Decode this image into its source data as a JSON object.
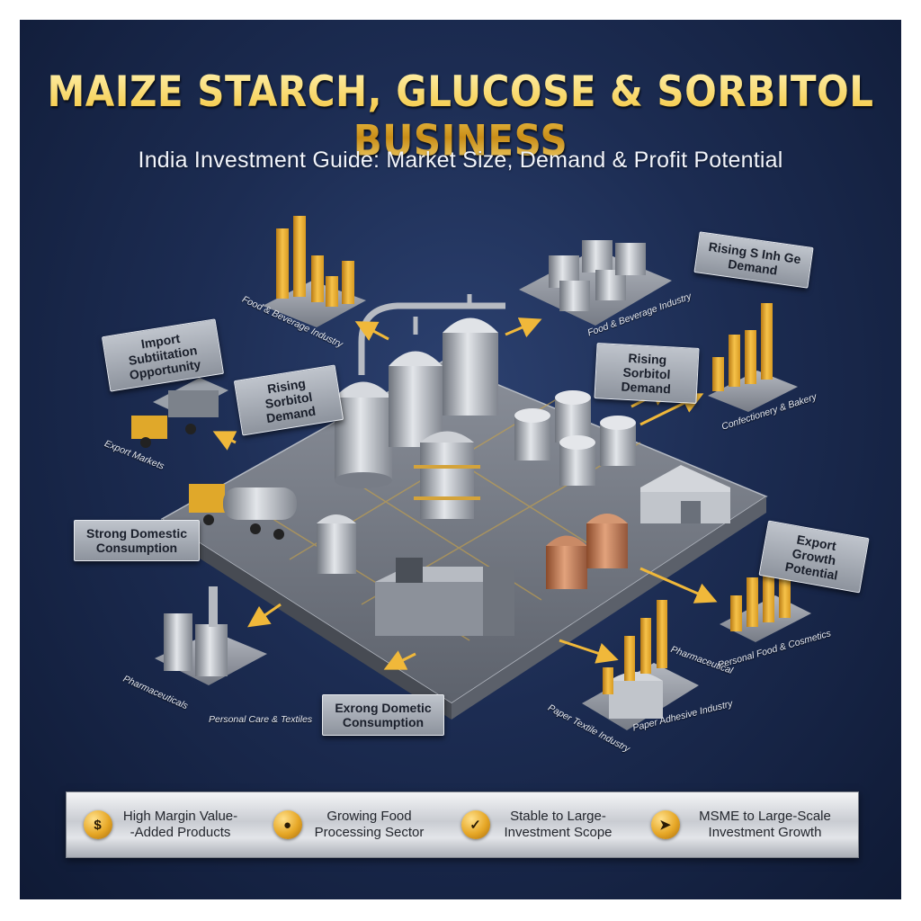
{
  "header": {
    "title": "MAIZE STARCH, GLUCOSE & SORBITOL BUSINESS",
    "subtitle": "India Investment Guide: Market Size, Demand & Profit Potential"
  },
  "callouts": {
    "import_substitution": "Import Subtiitation Opportunity",
    "rising_sorbitol_left": "Rising Sorbitol Demand",
    "rising_top_right": "Rising S Inh Ge Demand",
    "rising_sorbitol_right": "Rising Sorbitol Demand",
    "strong_domestic": "Strong Domestic Consumption",
    "export_growth": "Export Growth Potential",
    "exrong_domestic": "Exrong Dometic Consumption"
  },
  "sectors": {
    "food_bev_left": "Food & Beverage Industry",
    "food_bev_right": "Food & Beverage Industry",
    "export_markets": "Export Markets",
    "confectionery": "Confectionery & Bakery",
    "pharmaceuticals": "Pharmaceuticals",
    "personal_care": "Personal Care & Textiles",
    "pharma_right": "Pharmaceutical",
    "personal_food": "Personal Food & Cosmetics",
    "paper_textile": "Paper Textile Industry",
    "paper_adhesive": "Paper Adhesive Industry"
  },
  "features": [
    {
      "icon": "dollar-icon",
      "label": "High Margin Value--Added Products"
    },
    {
      "icon": "people-icon",
      "label": "Growing Food Processing Sector"
    },
    {
      "icon": "check-icon",
      "label": "Stable to Large-Investment Scope"
    },
    {
      "icon": "growth-bird-icon",
      "label": "MSME to Large-Scale Investment Growth"
    }
  ],
  "colors": {
    "background": "#1c2c52",
    "gold": "#e8a92a",
    "steel": "#a9adb5",
    "panel": "#8d939d"
  }
}
